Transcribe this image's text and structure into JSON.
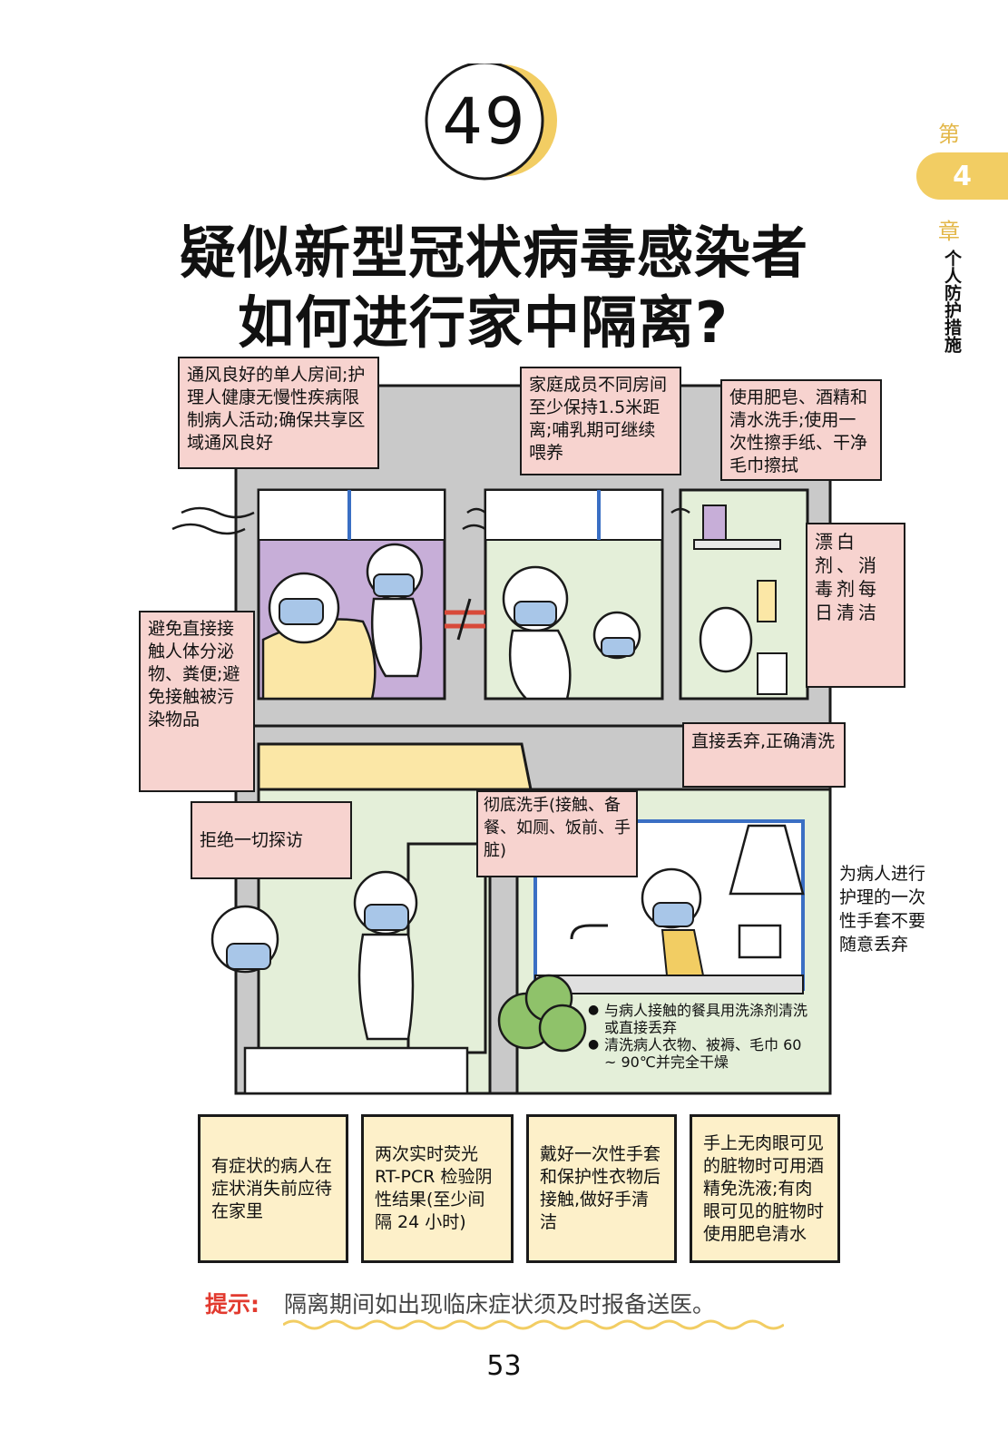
{
  "page": {
    "number_badge": "49",
    "title_line1": "疑似新型冠状病毒感染者",
    "title_line2": "如何进行家中隔离?",
    "chapter": {
      "prefix": "第",
      "number": "4",
      "suffix": "章",
      "name": "个人防护措施"
    },
    "page_number": "53"
  },
  "callouts": {
    "single_room": "通风良好的单人房间;护理人健康无慢性疾病限制病人活动;确保共享区域通风良好",
    "family_distance": "家庭成员不同房间至少保持1.5米距离;哺乳期可继续喂养",
    "hand_wash": "使用肥皂、酒精和清水洗手;使用一次性擦手纸、干净毛巾擦拭",
    "bleach": "漂白剂、消毒剂每日清洁",
    "avoid_contact": "避免直接接触人体分泌物、粪便;避免接触被污染物品",
    "discard": "直接丢弃,正确清洗",
    "no_visitors": "拒绝一切探访",
    "wash_thoroughly": "彻底洗手(接触、备餐、如厕、饭前、手脏)",
    "gloves_note": "为病人进行护理的一次性手套不要随意丢弃"
  },
  "bullets": [
    "与病人接触的餐具用洗涤剂清洗或直接丢弃",
    "清洗病人衣物、被褥、毛巾 60 ~ 90℃并完全干燥"
  ],
  "info_boxes": [
    "有症状的病人在症状消失前应待在家里",
    "两次实时荧光 RT-PCR 检验阴性结果(至少间隔 24 小时)",
    "戴好一次性手套和保护性衣物后接触,做好手清洁",
    "手上无肉眼可见的脏物时可用酒精免洗液;有肉眼可见的脏物时使用肥皂清水"
  ],
  "hint": {
    "label": "提示:",
    "text": "隔离期间如出现临床症状须及时报备送医。"
  },
  "colors": {
    "accent_yellow": "#f2cd63",
    "bubble_pink": "#f7d3cf",
    "info_cream": "#fdf0c9",
    "hint_red": "#e23a2f",
    "wall_gray": "#c9c9c9",
    "room_green": "#e4efd9",
    "room_purple": "#c7aed8"
  }
}
